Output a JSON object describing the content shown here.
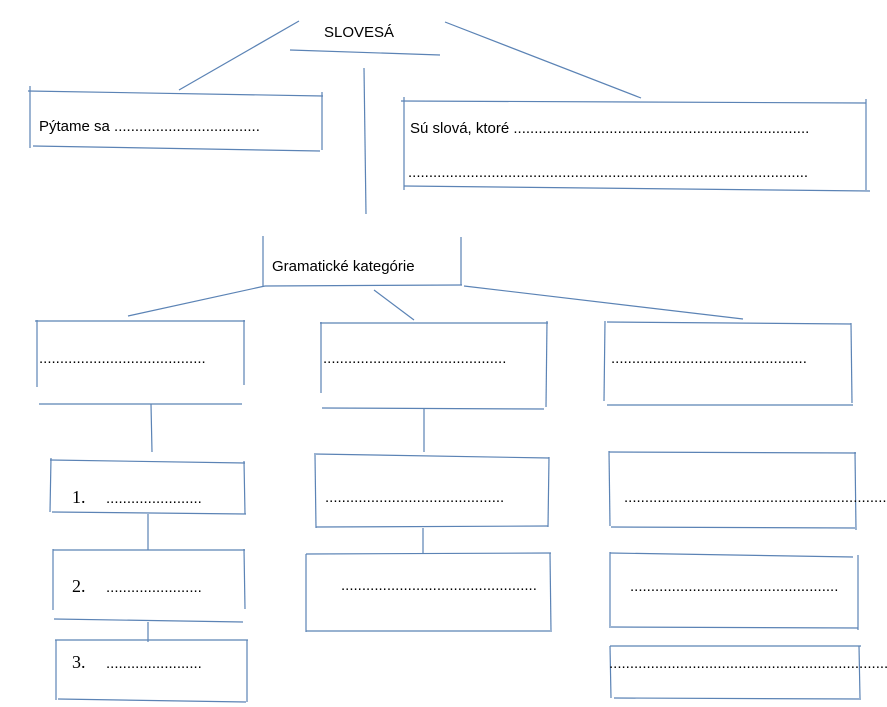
{
  "title": "SLOVESÁ",
  "question_box": {
    "text": "Pýtame sa ..................................."
  },
  "definition_box": {
    "line1": "Sú slová, ktoré .......................................................................",
    "line2": "................................................................................................"
  },
  "categories_label": "Gramatické kategórie",
  "category_boxes": [
    {
      "text": "........................................"
    },
    {
      "text": "............................................"
    },
    {
      "text": "..............................................."
    }
  ],
  "column1_items": [
    {
      "number": "1.",
      "text": "......................."
    },
    {
      "number": "2.",
      "text": "......................."
    },
    {
      "number": "3.",
      "text": "......................."
    }
  ],
  "column2_items": [
    {
      "text": "..........................................."
    },
    {
      "text": "..............................................."
    }
  ],
  "column3_items": [
    {
      "text": "................................................................"
    },
    {
      "text": ".................................................."
    },
    {
      "text": "......................................................................"
    }
  ]
}
